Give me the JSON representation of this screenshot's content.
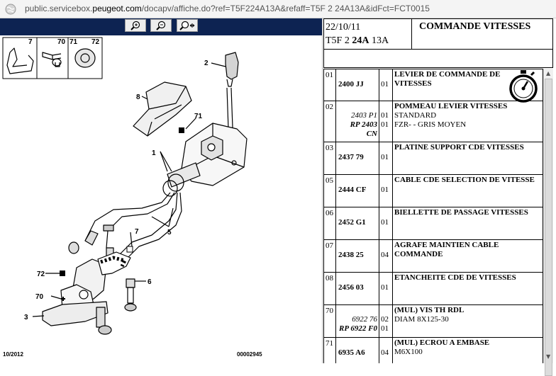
{
  "browser": {
    "url_prefix": "public.servicebox.",
    "url_domain": "peugeot.com",
    "url_rest": "/docapv/affiche.do?ref=T5F224A13A&refaff=T5F 2 24A13A&idFct=FCT0015"
  },
  "toolbar": {
    "zoom_in": "zoom-in",
    "zoom_out": "zoom-out",
    "zoom_fit": "zoom-fit"
  },
  "diagram": {
    "callouts": [
      "7",
      "70",
      "71",
      "72",
      "2",
      "8",
      "71",
      "1",
      "5",
      "7",
      "72",
      "6",
      "70",
      "3"
    ],
    "date": "10/2012",
    "ref": "00002945"
  },
  "header": {
    "date": "22/10/11",
    "code_a": "T5F 2 ",
    "code_b": "24A",
    "code_c": " 13A",
    "title": "COMMANDE VITESSES"
  },
  "parts": [
    {
      "num": "01",
      "ref": "2400 JJ",
      "alt1": "",
      "alt2": "",
      "alt3": "",
      "q1": "01",
      "q2": "",
      "desc": "LEVIER DE COMMANDE DE VITESSES",
      "sub1": "",
      "sub2": ""
    },
    {
      "num": "02",
      "ref": "",
      "alt1": "2403 P1",
      "alt2": "RP 2403",
      "alt3": "CN",
      "q1": "01",
      "q2": "01",
      "desc": "POMMEAU LEVIER VITESSES",
      "sub1": "STANDARD",
      "sub2": "FZR- - GRIS MOYEN"
    },
    {
      "num": "03",
      "ref": "2437 79",
      "alt1": "",
      "alt2": "",
      "alt3": "",
      "q1": "01",
      "q2": "",
      "desc": "PLATINE SUPPORT CDE VITESSES",
      "sub1": "",
      "sub2": ""
    },
    {
      "num": "05",
      "ref": "2444 CF",
      "alt1": "",
      "alt2": "",
      "alt3": "",
      "q1": "01",
      "q2": "",
      "desc": "CABLE CDE SELECTION DE VITESSE",
      "sub1": "",
      "sub2": ""
    },
    {
      "num": "06",
      "ref": "2452 G1",
      "alt1": "",
      "alt2": "",
      "alt3": "",
      "q1": "01",
      "q2": "",
      "desc": "BIELLETTE DE PASSAGE VITESSES",
      "sub1": "",
      "sub2": ""
    },
    {
      "num": "07",
      "ref": "2438 25",
      "alt1": "",
      "alt2": "",
      "alt3": "",
      "q1": "04",
      "q2": "",
      "desc": "AGRAFE MAINTIEN CABLE COMMANDE",
      "sub1": "",
      "sub2": ""
    },
    {
      "num": "08",
      "ref": "2456 03",
      "alt1": "",
      "alt2": "",
      "alt3": "",
      "q1": "01",
      "q2": "",
      "desc": "ETANCHEITE CDE DE VITESSES",
      "sub1": "",
      "sub2": ""
    },
    {
      "num": "70",
      "ref": "",
      "alt1": "6922 76",
      "alt2": "RP 6922 F0",
      "alt3": "",
      "q1": "02",
      "q2": "01",
      "desc": "(MUL) VIS TH RDL",
      "sub1": "DIAM 8X125-30",
      "sub2": ""
    },
    {
      "num": "71",
      "ref": "6935 A6",
      "alt1": "",
      "alt2": "",
      "alt3": "",
      "q1": "04",
      "q2": "",
      "desc": "(MUL) ECROU A EMBASE",
      "sub1": "M6X100",
      "sub2": ""
    }
  ]
}
